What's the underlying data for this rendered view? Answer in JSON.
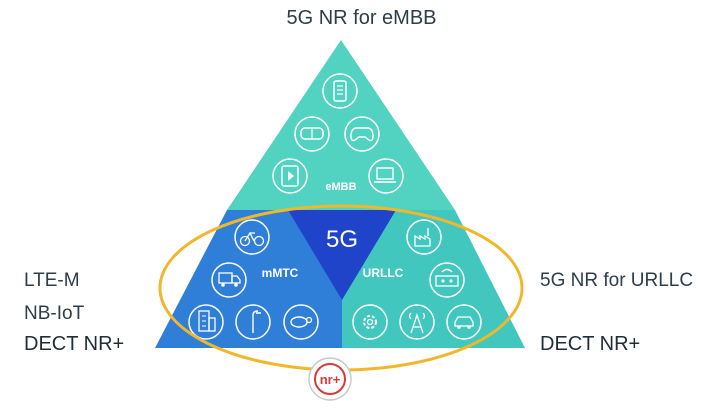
{
  "diagram": {
    "top_label": "5G NR for eMBB",
    "left_labels": [
      "LTE-M",
      "NB-IoT",
      "DECT NR+"
    ],
    "right_labels": [
      "5G NR for URLLC",
      "DECT NR+"
    ],
    "center_label": "5G",
    "segments": {
      "embb": "eMBB",
      "mmtc": "mMTC",
      "urllc": "URLLC"
    },
    "logo_text": "nr+",
    "colors": {
      "embb": "#52d2c0",
      "mmtc": "#2f7fd8",
      "urllc": "#42c7bf",
      "core": "#1f44c9",
      "ellipse": "#f0b72a",
      "logo_red": "#d63a3a"
    },
    "icons": {
      "embb": [
        "phone-icon",
        "vr-headset-icon",
        "gamepad-icon",
        "play-icon",
        "laptop-icon"
      ],
      "mmtc": [
        "bicycle-icon",
        "truck-icon",
        "building-icon",
        "streetlight-icon",
        "sheep-icon"
      ],
      "urllc": [
        "factory-icon",
        "machine-icon",
        "gear-icon",
        "antenna-icon",
        "car-icon"
      ]
    }
  }
}
